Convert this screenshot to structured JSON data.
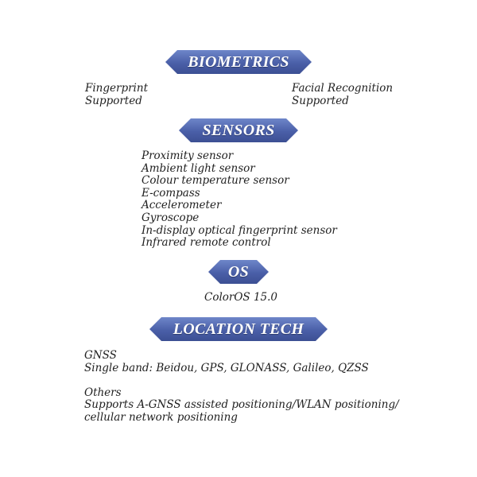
{
  "biometrics": {
    "title": "BIOMETRICS",
    "fingerprint_label": "Fingerprint",
    "fingerprint_value": "Supported",
    "face_label": "Facial Recognition",
    "face_value": "Supported"
  },
  "sensors": {
    "title": "SENSORS",
    "items": [
      "Proximity sensor",
      "Ambient light sensor",
      "Colour temperature sensor",
      "E-compass",
      "Accelerometer",
      "Gyroscope",
      "In-display optical fingerprint sensor",
      "Infrared remote control"
    ]
  },
  "os": {
    "title": "OS",
    "value": "ColorOS 15.0"
  },
  "location": {
    "title": "LOCATION TECH",
    "gnss_label": "GNSS",
    "gnss_value": "Single band: Beidou, GPS, GLONASS, Galileo, QZSS",
    "others_label": "Others",
    "others_line1": "Supports A-GNSS assisted positioning/WLAN positioning/",
    "others_line2": "cellular network positioning"
  },
  "colors": {
    "banner_top": "#6e86c9",
    "banner_bottom": "#3c4f93",
    "text": "#1f1f1f"
  }
}
